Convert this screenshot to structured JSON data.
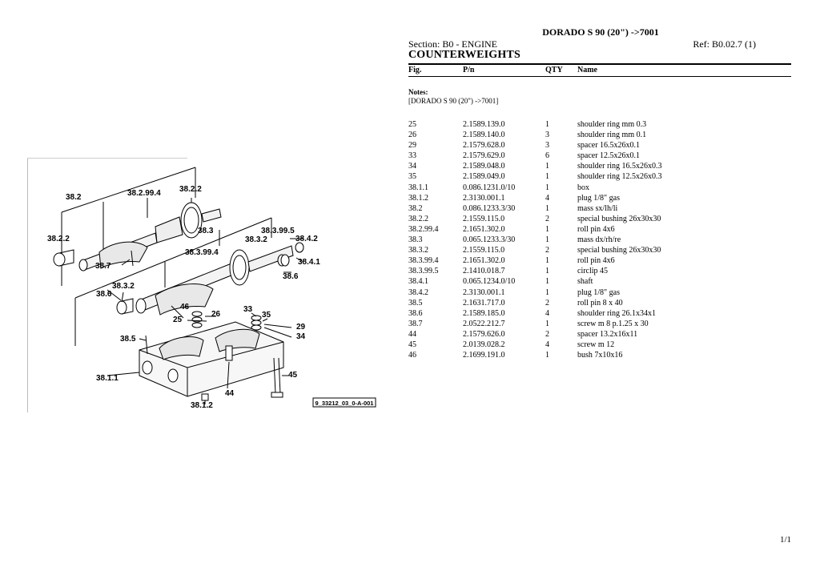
{
  "header": {
    "title": "DORADO S 90 (20\") ->7001",
    "section": "Section: B0 - ENGINE",
    "ref": "Ref: B0.02.7 (1)",
    "heading": "COUNTERWEIGHTS"
  },
  "columns": {
    "fig": "Fig.",
    "pn": "P/n",
    "qty": "QTY",
    "name": "Name"
  },
  "notes": {
    "label": "Notes:",
    "text": "[DORADO S 90 (20\") ->7001]"
  },
  "parts": [
    {
      "fig": "25",
      "pn": "2.1589.139.0",
      "qty": "1",
      "name": "shoulder ring mm 0.3"
    },
    {
      "fig": "26",
      "pn": "2.1589.140.0",
      "qty": "3",
      "name": "shoulder ring mm 0.1"
    },
    {
      "fig": "29",
      "pn": "2.1579.628.0",
      "qty": "3",
      "name": "spacer 16.5x26x0.1"
    },
    {
      "fig": "33",
      "pn": "2.1579.629.0",
      "qty": "6",
      "name": "spacer 12.5x26x0.1"
    },
    {
      "fig": "34",
      "pn": "2.1589.048.0",
      "qty": "1",
      "name": "shoulder ring 16.5x26x0.3"
    },
    {
      "fig": "35",
      "pn": "2.1589.049.0",
      "qty": "1",
      "name": "shoulder ring 12.5x26x0.3"
    },
    {
      "fig": "38.1.1",
      "pn": "0.086.1231.0/10",
      "qty": "1",
      "name": "box"
    },
    {
      "fig": "38.1.2",
      "pn": "2.3130.001.1",
      "qty": "4",
      "name": "plug 1/8\" gas"
    },
    {
      "fig": "38.2",
      "pn": "0.086.1233.3/30",
      "qty": "1",
      "name": "mass sx/lh/li"
    },
    {
      "fig": "38.2.2",
      "pn": "2.1559.115.0",
      "qty": "2",
      "name": "special bushing 26x30x30"
    },
    {
      "fig": "38.2.99.4",
      "pn": "2.1651.302.0",
      "qty": "1",
      "name": "roll pin 4x6"
    },
    {
      "fig": "38.3",
      "pn": "0.065.1233.3/30",
      "qty": "1",
      "name": "mass dx/rh/re"
    },
    {
      "fig": "38.3.2",
      "pn": "2.1559.115.0",
      "qty": "2",
      "name": "special bushing 26x30x30"
    },
    {
      "fig": "38.3.99.4",
      "pn": "2.1651.302.0",
      "qty": "1",
      "name": "roll pin 4x6"
    },
    {
      "fig": "38.3.99.5",
      "pn": "2.1410.018.7",
      "qty": "1",
      "name": "circlip 45"
    },
    {
      "fig": "38.4.1",
      "pn": "0.065.1234.0/10",
      "qty": "1",
      "name": "shaft"
    },
    {
      "fig": "38.4.2",
      "pn": "2.3130.001.1",
      "qty": "1",
      "name": "plug 1/8\" gas"
    },
    {
      "fig": "38.5",
      "pn": "2.1631.717.0",
      "qty": "2",
      "name": "roll pin 8 x 40"
    },
    {
      "fig": "38.6",
      "pn": "2.1589.185.0",
      "qty": "4",
      "name": "shoulder ring 26.1x34x1"
    },
    {
      "fig": "38.7",
      "pn": "2.0522.212.7",
      "qty": "1",
      "name": "screw m 8 p.1.25 x 30"
    },
    {
      "fig": "44",
      "pn": "2.1579.626.0",
      "qty": "2",
      "name": "spacer 13.2x16x11"
    },
    {
      "fig": "45",
      "pn": "2.0139.028.2",
      "qty": "4",
      "name": "screw m 12"
    },
    {
      "fig": "46",
      "pn": "2.1699.191.0",
      "qty": "1",
      "name": "bush 7x10x16"
    }
  ],
  "figure": {
    "callouts": [
      "38.2",
      "38.2.99.4",
      "38.2.2",
      "38.2.2",
      "38.3",
      "38.3.99.5",
      "38.3.2",
      "38.4.2",
      "38.7",
      "38.3.99.4",
      "38.4.1",
      "38.6",
      "38.3.2",
      "38.6",
      "46",
      "26",
      "25",
      "33",
      "35",
      "29",
      "34",
      "38.5",
      "38.1.1",
      "44",
      "45",
      "38.1.2"
    ],
    "code": "9_33212_03_0-A-001"
  },
  "footer": {
    "page": "1/1"
  }
}
